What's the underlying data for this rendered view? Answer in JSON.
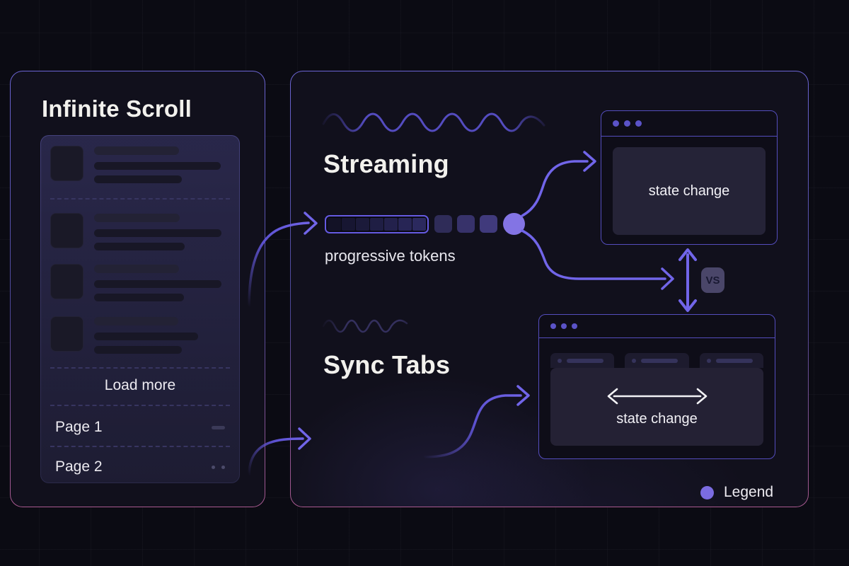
{
  "left_panel": {
    "title": "Infinite Scroll",
    "feed_items": [
      {
        "lines": [
          120,
          179,
          124
        ]
      },
      {
        "lines": [
          121,
          180,
          128
        ]
      },
      {
        "lines": [
          120,
          180,
          127
        ]
      },
      {
        "lines": [
          119,
          147,
          124
        ]
      }
    ],
    "load_more_label": "Load more",
    "pages": [
      {
        "label": "Page 1"
      },
      {
        "label": "Page 2"
      }
    ]
  },
  "right_panel": {
    "streaming": {
      "heading": "Streaming",
      "caption": "progressive tokens",
      "token_bar": {
        "cell_count": 7,
        "cell_colors": [
          "#131226",
          "#171632",
          "#1b1a3a",
          "#1f1e44",
          "#23214c",
          "#272555",
          "#2b295e"
        ],
        "border_color": "#655ae2"
      },
      "detached_squares": [
        "#2f2c58",
        "#37326a",
        "#403a7c"
      ],
      "token_circle_color": "#8374e4"
    },
    "sync": {
      "heading": "Sync Tabs"
    },
    "streaming_window": {
      "state_label": "state change"
    },
    "sync_window": {
      "state_label": "state change",
      "tab_count": 3
    },
    "vs_badge_label": "VS",
    "legend": {
      "label": "Legend",
      "dot_color": "#7b6ce1"
    }
  },
  "colors": {
    "background": "#0b0b13",
    "panel_fill": "#11101c",
    "panel_border_top": "#6c65d4",
    "panel_border_bottom": "#aa5a90",
    "arrow": "#7165e9",
    "window_border": "#544dbd",
    "heading_text": "#f2f1ed"
  }
}
